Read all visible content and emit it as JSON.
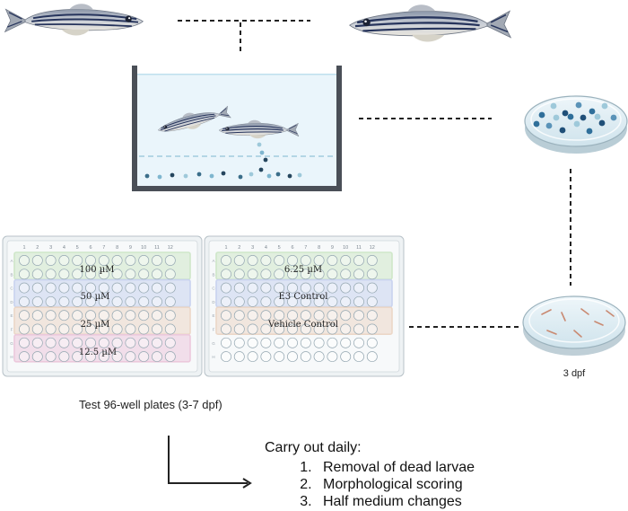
{
  "left_plate": {
    "column_numbers": [
      "1",
      "2",
      "3",
      "4",
      "5",
      "6",
      "7",
      "8",
      "9",
      "10",
      "11",
      "12"
    ],
    "row_letters": [
      "A",
      "B",
      "C",
      "D",
      "E",
      "F",
      "G",
      "H"
    ],
    "groups": [
      "100 µM",
      "50 µM",
      "25 µM",
      "12.5 µM"
    ]
  },
  "right_plate": {
    "column_numbers": [
      "1",
      "2",
      "3",
      "4",
      "5",
      "6",
      "7",
      "8",
      "9",
      "10",
      "11",
      "12"
    ],
    "row_letters": [
      "A",
      "B",
      "C",
      "D",
      "E",
      "F",
      "G",
      "H"
    ],
    "groups": [
      "6.25 µM",
      "E3 Control",
      "Vehicle Control"
    ]
  },
  "group_colors": [
    "#cfe7c9",
    "#c9d3ef",
    "#ecd7c7",
    "#ecc9dc"
  ],
  "plates_caption": "Test 96-well plates (3-7 dpf)",
  "dish_caption": "3 dpf",
  "daily_title": "Carry out daily:",
  "daily_steps": [
    "Removal of dead larvae",
    "Morphological scoring",
    "Half medium changes"
  ]
}
